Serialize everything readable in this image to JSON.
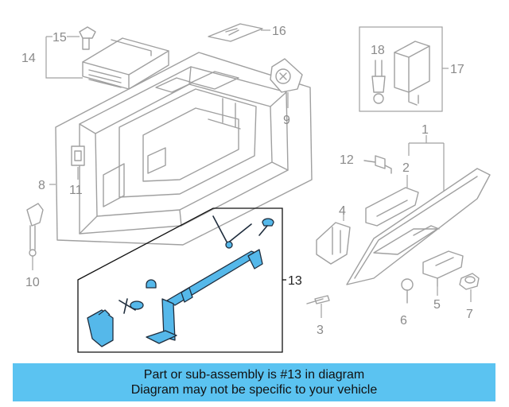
{
  "diagram": {
    "callouts": {
      "c1": "1",
      "c2": "2",
      "c3": "3",
      "c4": "4",
      "c5": "5",
      "c6": "6",
      "c7": "7",
      "c8": "8",
      "c9": "9",
      "c10": "10",
      "c11": "11",
      "c12": "12",
      "c13": "13",
      "c14": "14",
      "c15": "15",
      "c16": "16",
      "c17": "17",
      "c18": "18"
    },
    "highlight_color": "#55b8ea"
  },
  "banner": {
    "line1": "Part or sub-assembly is #13 in diagram",
    "line2": "Diagram may not be specific to your vehicle",
    "background": "#5bc3f1"
  }
}
